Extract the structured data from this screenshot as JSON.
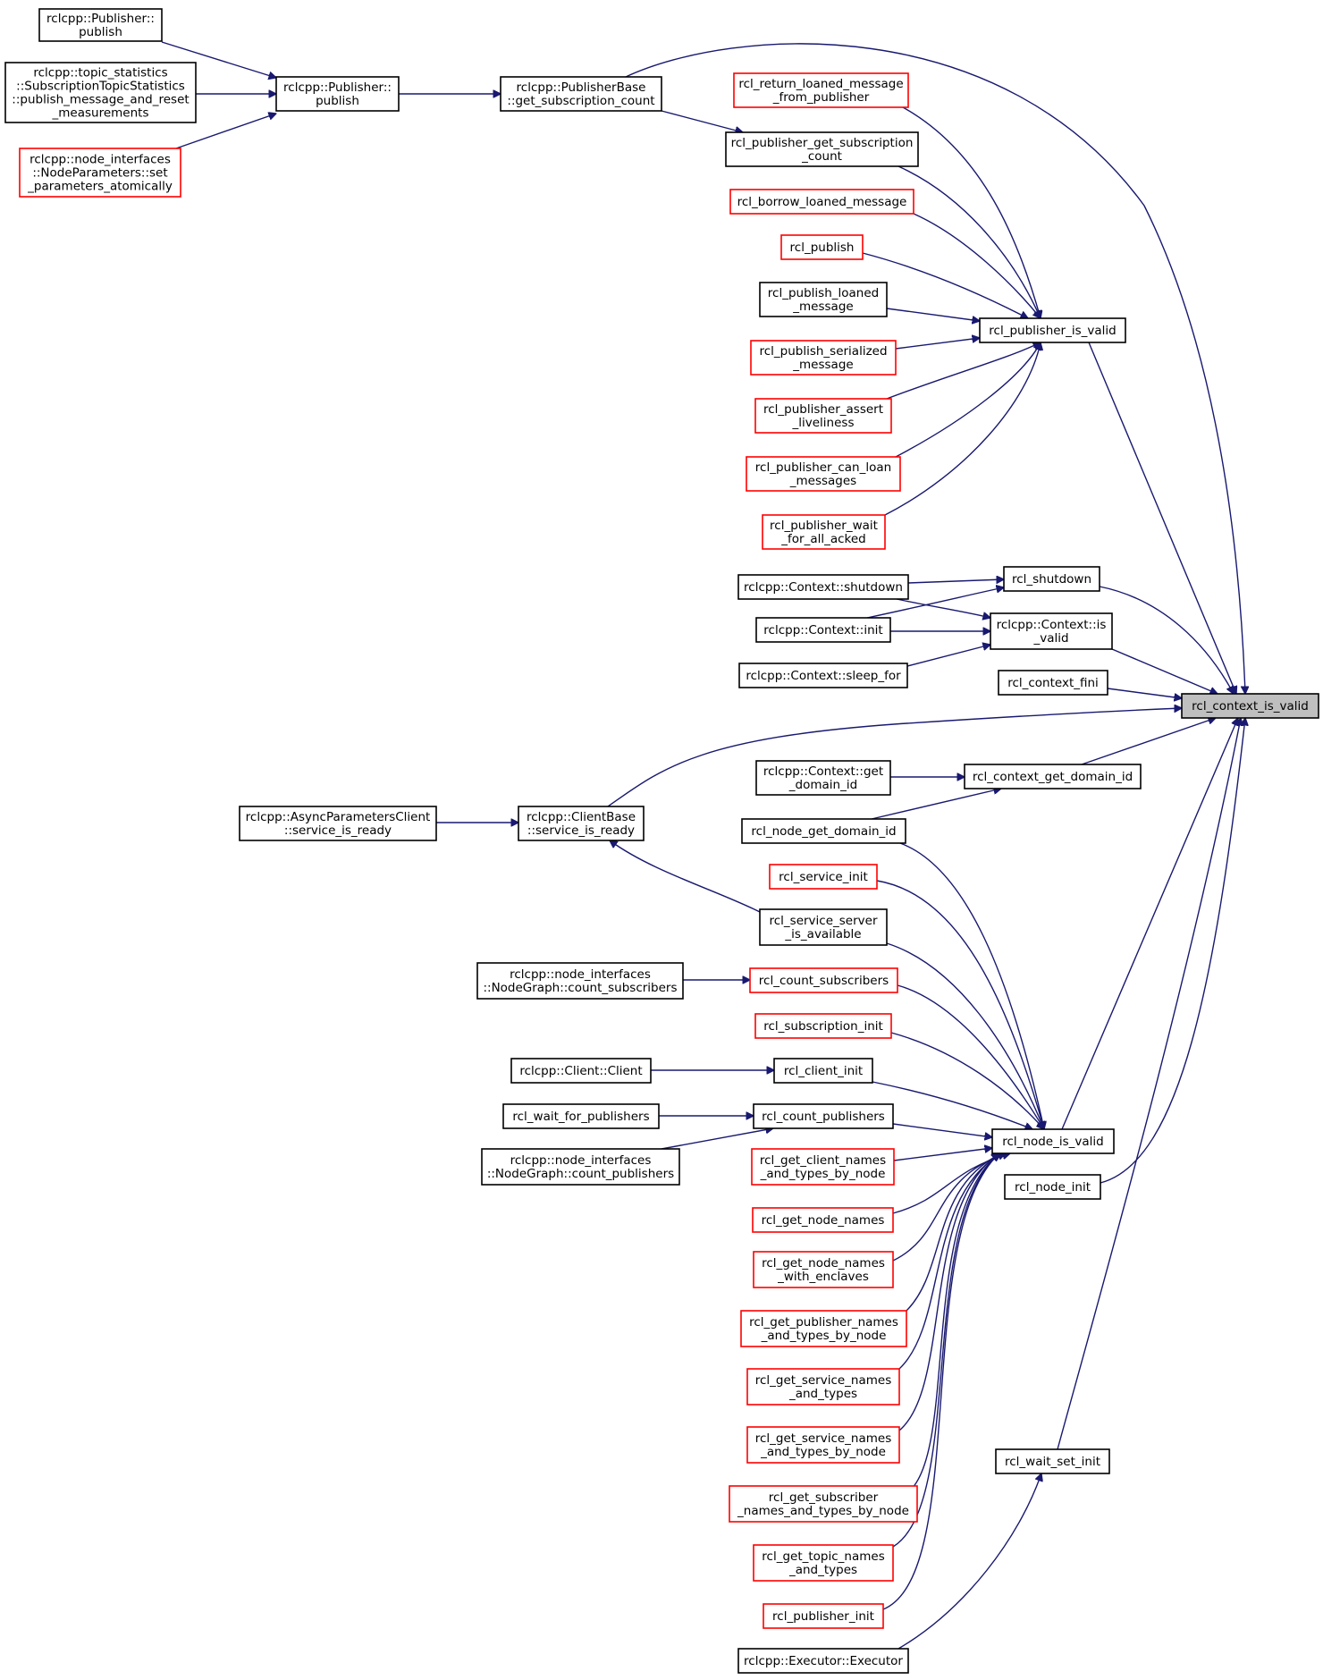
{
  "graph": {
    "root_node": "rcl_context_is_valid",
    "nodes": [
      {
        "id": "n_pub_publish",
        "lines": [
          "rclcpp::Publisher::",
          "publish"
        ],
        "border": "black"
      },
      {
        "id": "n_topic_stats",
        "lines": [
          "rclcpp::topic_statistics",
          "::SubscriptionTopicStatistics",
          "::publish_message_and_reset",
          "_measurements"
        ],
        "border": "black"
      },
      {
        "id": "n_node_params",
        "lines": [
          "rclcpp::node_interfaces",
          "::NodeParameters::set",
          "_parameters_atomically"
        ],
        "border": "red"
      },
      {
        "id": "n_pub_publish2",
        "lines": [
          "rclcpp::Publisher::",
          "publish"
        ],
        "border": "black"
      },
      {
        "id": "n_pubbase_subcount",
        "lines": [
          "rclcpp::PublisherBase",
          "::get_subscription_count"
        ],
        "border": "black"
      },
      {
        "id": "n_return_loaned",
        "lines": [
          "rcl_return_loaned_message",
          "_from_publisher"
        ],
        "border": "red"
      },
      {
        "id": "n_get_sub_count",
        "lines": [
          "rcl_publisher_get_subscription",
          "_count"
        ],
        "border": "black"
      },
      {
        "id": "n_borrow",
        "lines": [
          "rcl_borrow_loaned_message"
        ],
        "border": "red"
      },
      {
        "id": "n_publish",
        "lines": [
          "rcl_publish"
        ],
        "border": "red"
      },
      {
        "id": "n_publish_loaned",
        "lines": [
          "rcl_publish_loaned",
          "_message"
        ],
        "border": "black"
      },
      {
        "id": "n_publish_serialized",
        "lines": [
          "rcl_publish_serialized",
          "_message"
        ],
        "border": "red"
      },
      {
        "id": "n_assert_liveliness",
        "lines": [
          "rcl_publisher_assert",
          "_liveliness"
        ],
        "border": "red"
      },
      {
        "id": "n_can_loan",
        "lines": [
          "rcl_publisher_can_loan",
          "_messages"
        ],
        "border": "red"
      },
      {
        "id": "n_wait_acked",
        "lines": [
          "rcl_publisher_wait",
          "_for_all_acked"
        ],
        "border": "red"
      },
      {
        "id": "n_pub_is_valid",
        "lines": [
          "rcl_publisher_is_valid"
        ],
        "border": "black"
      },
      {
        "id": "n_ctx_shutdown",
        "lines": [
          "rclcpp::Context::shutdown"
        ],
        "border": "black"
      },
      {
        "id": "n_ctx_init",
        "lines": [
          "rclcpp::Context::init"
        ],
        "border": "black"
      },
      {
        "id": "n_ctx_sleep",
        "lines": [
          "rclcpp::Context::sleep_for"
        ],
        "border": "black"
      },
      {
        "id": "n_shutdown",
        "lines": [
          "rcl_shutdown"
        ],
        "border": "black"
      },
      {
        "id": "n_ctx_is_valid",
        "lines": [
          "rclcpp::Context::is",
          "_valid"
        ],
        "border": "black"
      },
      {
        "id": "n_ctx_fini",
        "lines": [
          "rcl_context_fini"
        ],
        "border": "black"
      },
      {
        "id": "n_root",
        "lines": [
          "rcl_context_is_valid"
        ],
        "border": "root"
      },
      {
        "id": "n_async_params",
        "lines": [
          "rclcpp::AsyncParametersClient",
          "::service_is_ready"
        ],
        "border": "black"
      },
      {
        "id": "n_clientbase",
        "lines": [
          "rclcpp::ClientBase",
          "::service_is_ready"
        ],
        "border": "black"
      },
      {
        "id": "n_ctx_get_domain",
        "lines": [
          "rclcpp::Context::get",
          "_domain_id"
        ],
        "border": "black"
      },
      {
        "id": "n_context_get_domain",
        "lines": [
          "rcl_context_get_domain_id"
        ],
        "border": "black"
      },
      {
        "id": "n_node_get_domain",
        "lines": [
          "rcl_node_get_domain_id"
        ],
        "border": "black"
      },
      {
        "id": "n_service_init",
        "lines": [
          "rcl_service_init"
        ],
        "border": "red"
      },
      {
        "id": "n_service_server",
        "lines": [
          "rcl_service_server",
          "_is_available"
        ],
        "border": "black"
      },
      {
        "id": "n_nodegraph_subs",
        "lines": [
          "rclcpp::node_interfaces",
          "::NodeGraph::count_subscribers"
        ],
        "border": "black"
      },
      {
        "id": "n_count_subs",
        "lines": [
          "rcl_count_subscribers"
        ],
        "border": "red"
      },
      {
        "id": "n_sub_init",
        "lines": [
          "rcl_subscription_init"
        ],
        "border": "red"
      },
      {
        "id": "n_client_client",
        "lines": [
          "rclcpp::Client::Client"
        ],
        "border": "black"
      },
      {
        "id": "n_client_init",
        "lines": [
          "rcl_client_init"
        ],
        "border": "black"
      },
      {
        "id": "n_wait_pubs",
        "lines": [
          "rcl_wait_for_publishers"
        ],
        "border": "black"
      },
      {
        "id": "n_count_pubs",
        "lines": [
          "rcl_count_publishers"
        ],
        "border": "black"
      },
      {
        "id": "n_nodegraph_pubs",
        "lines": [
          "rclcpp::node_interfaces",
          "::NodeGraph::count_publishers"
        ],
        "border": "black"
      },
      {
        "id": "n_node_is_valid",
        "lines": [
          "rcl_node_is_valid"
        ],
        "border": "black"
      },
      {
        "id": "n_client_names",
        "lines": [
          "rcl_get_client_names",
          "_and_types_by_node"
        ],
        "border": "red"
      },
      {
        "id": "n_node_init",
        "lines": [
          "rcl_node_init"
        ],
        "border": "black"
      },
      {
        "id": "n_node_names",
        "lines": [
          "rcl_get_node_names"
        ],
        "border": "red"
      },
      {
        "id": "n_node_names_enc",
        "lines": [
          "rcl_get_node_names",
          "_with_enclaves"
        ],
        "border": "red"
      },
      {
        "id": "n_pub_names",
        "lines": [
          "rcl_get_publisher_names",
          "_and_types_by_node"
        ],
        "border": "red"
      },
      {
        "id": "n_srv_names",
        "lines": [
          "rcl_get_service_names",
          "_and_types"
        ],
        "border": "red"
      },
      {
        "id": "n_srv_names_node",
        "lines": [
          "rcl_get_service_names",
          "_and_types_by_node"
        ],
        "border": "red"
      },
      {
        "id": "n_wait_set_init",
        "lines": [
          "rcl_wait_set_init"
        ],
        "border": "black"
      },
      {
        "id": "n_sub_names",
        "lines": [
          "rcl_get_subscriber",
          "_names_and_types_by_node"
        ],
        "border": "red"
      },
      {
        "id": "n_topic_names",
        "lines": [
          "rcl_get_topic_names",
          "_and_types"
        ],
        "border": "red"
      },
      {
        "id": "n_pub_init",
        "lines": [
          "rcl_publisher_init"
        ],
        "border": "red"
      },
      {
        "id": "n_executor",
        "lines": [
          "rclcpp::Executor::Executor"
        ],
        "border": "black"
      }
    ],
    "edges": [
      {
        "from": "n_pub_publish",
        "to": "n_pub_publish2"
      },
      {
        "from": "n_topic_stats",
        "to": "n_pub_publish2"
      },
      {
        "from": "n_node_params",
        "to": "n_pub_publish2"
      },
      {
        "from": "n_pub_publish2",
        "to": "n_pubbase_subcount"
      },
      {
        "from": "n_pubbase_subcount",
        "to": "n_root"
      },
      {
        "from": "n_pubbase_subcount",
        "to": "n_get_sub_count"
      },
      {
        "from": "n_return_loaned",
        "to": "n_pub_is_valid"
      },
      {
        "from": "n_get_sub_count",
        "to": "n_pub_is_valid"
      },
      {
        "from": "n_borrow",
        "to": "n_pub_is_valid"
      },
      {
        "from": "n_publish",
        "to": "n_pub_is_valid"
      },
      {
        "from": "n_publish_loaned",
        "to": "n_pub_is_valid"
      },
      {
        "from": "n_publish_serialized",
        "to": "n_pub_is_valid"
      },
      {
        "from": "n_assert_liveliness",
        "to": "n_pub_is_valid"
      },
      {
        "from": "n_can_loan",
        "to": "n_pub_is_valid"
      },
      {
        "from": "n_wait_acked",
        "to": "n_pub_is_valid"
      },
      {
        "from": "n_pub_is_valid",
        "to": "n_root"
      },
      {
        "from": "n_ctx_shutdown",
        "to": "n_shutdown"
      },
      {
        "from": "n_ctx_init",
        "to": "n_shutdown"
      },
      {
        "from": "n_ctx_shutdown",
        "to": "n_ctx_is_valid"
      },
      {
        "from": "n_ctx_init",
        "to": "n_ctx_is_valid"
      },
      {
        "from": "n_ctx_sleep",
        "to": "n_ctx_is_valid"
      },
      {
        "from": "n_shutdown",
        "to": "n_root"
      },
      {
        "from": "n_ctx_is_valid",
        "to": "n_root"
      },
      {
        "from": "n_ctx_fini",
        "to": "n_root"
      },
      {
        "from": "n_clientbase",
        "to": "n_root"
      },
      {
        "from": "n_context_get_domain",
        "to": "n_root"
      },
      {
        "from": "n_ctx_get_domain",
        "to": "n_context_get_domain"
      },
      {
        "from": "n_node_get_domain",
        "to": "n_context_get_domain"
      },
      {
        "from": "n_async_params",
        "to": "n_clientbase"
      },
      {
        "from": "n_service_server",
        "to": "n_clientbase"
      },
      {
        "from": "n_nodegraph_subs",
        "to": "n_count_subs"
      },
      {
        "from": "n_client_client",
        "to": "n_client_init"
      },
      {
        "from": "n_wait_pubs",
        "to": "n_count_pubs"
      },
      {
        "from": "n_nodegraph_pubs",
        "to": "n_count_pubs"
      },
      {
        "from": "n_node_get_domain",
        "to": "n_node_is_valid"
      },
      {
        "from": "n_service_init",
        "to": "n_node_is_valid"
      },
      {
        "from": "n_service_server",
        "to": "n_node_is_valid"
      },
      {
        "from": "n_count_subs",
        "to": "n_node_is_valid"
      },
      {
        "from": "n_sub_init",
        "to": "n_node_is_valid"
      },
      {
        "from": "n_client_init",
        "to": "n_node_is_valid"
      },
      {
        "from": "n_count_pubs",
        "to": "n_node_is_valid"
      },
      {
        "from": "n_client_names",
        "to": "n_node_is_valid"
      },
      {
        "from": "n_node_names",
        "to": "n_node_is_valid"
      },
      {
        "from": "n_node_names_enc",
        "to": "n_node_is_valid"
      },
      {
        "from": "n_pub_names",
        "to": "n_node_is_valid"
      },
      {
        "from": "n_srv_names",
        "to": "n_node_is_valid"
      },
      {
        "from": "n_srv_names_node",
        "to": "n_node_is_valid"
      },
      {
        "from": "n_sub_names",
        "to": "n_node_is_valid"
      },
      {
        "from": "n_topic_names",
        "to": "n_node_is_valid"
      },
      {
        "from": "n_pub_init",
        "to": "n_node_is_valid"
      },
      {
        "from": "n_node_is_valid",
        "to": "n_root"
      },
      {
        "from": "n_node_init",
        "to": "n_root"
      },
      {
        "from": "n_wait_set_init",
        "to": "n_root"
      },
      {
        "from": "n_executor",
        "to": "n_wait_set_init"
      }
    ]
  }
}
